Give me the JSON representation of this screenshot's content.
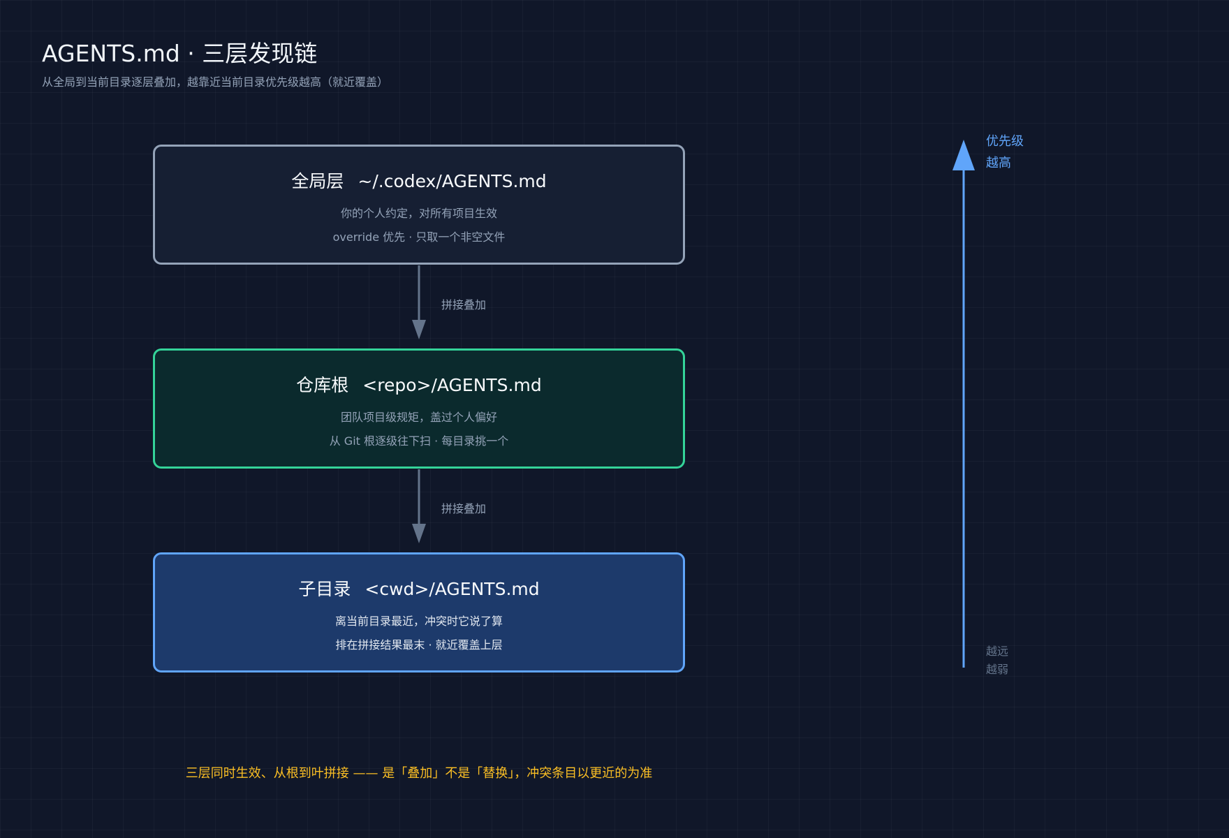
{
  "header": {
    "title": "AGENTS.md · 三层发现链",
    "subtitle": "从全局到当前目录逐层叠加，越靠近当前目录优先级越高（就近覆盖）"
  },
  "layers": [
    {
      "name": "全局层",
      "path": "~/.codex/AGENTS.md",
      "line1": "你的个人约定，对所有项目生效",
      "line2": "override 优先 · 只取一个非空文件"
    },
    {
      "name": "仓库根",
      "path": "<repo>/AGENTS.md",
      "line1": "团队项目级规矩，盖过个人偏好",
      "line2": "从 Git 根逐级往下扫 · 每目录挑一个"
    },
    {
      "name": "子目录",
      "path": "<cwd>/AGENTS.md",
      "line1": "离当前目录最近，冲突时它说了算",
      "line2": "排在拼接结果最末 · 就近覆盖上层"
    }
  ],
  "connectors": [
    {
      "label": "拼接叠加"
    },
    {
      "label": "拼接叠加"
    }
  ],
  "priority": {
    "high_line1": "优先级",
    "high_line2": "越高",
    "low_line1": "越远",
    "low_line2": "越弱"
  },
  "footer": {
    "note": "三层同时生效、从根到叶拼接 —— 是「叠加」不是「替换」，冲突条目以更近的为准"
  },
  "colors": {
    "background": "#101729",
    "global_border": "#94a3b8",
    "repo_border": "#34d399",
    "cwd_border": "#60a5fa",
    "connector": "#64748b",
    "priority_accent": "#60a5fa",
    "footer_accent": "#fbbf24"
  }
}
